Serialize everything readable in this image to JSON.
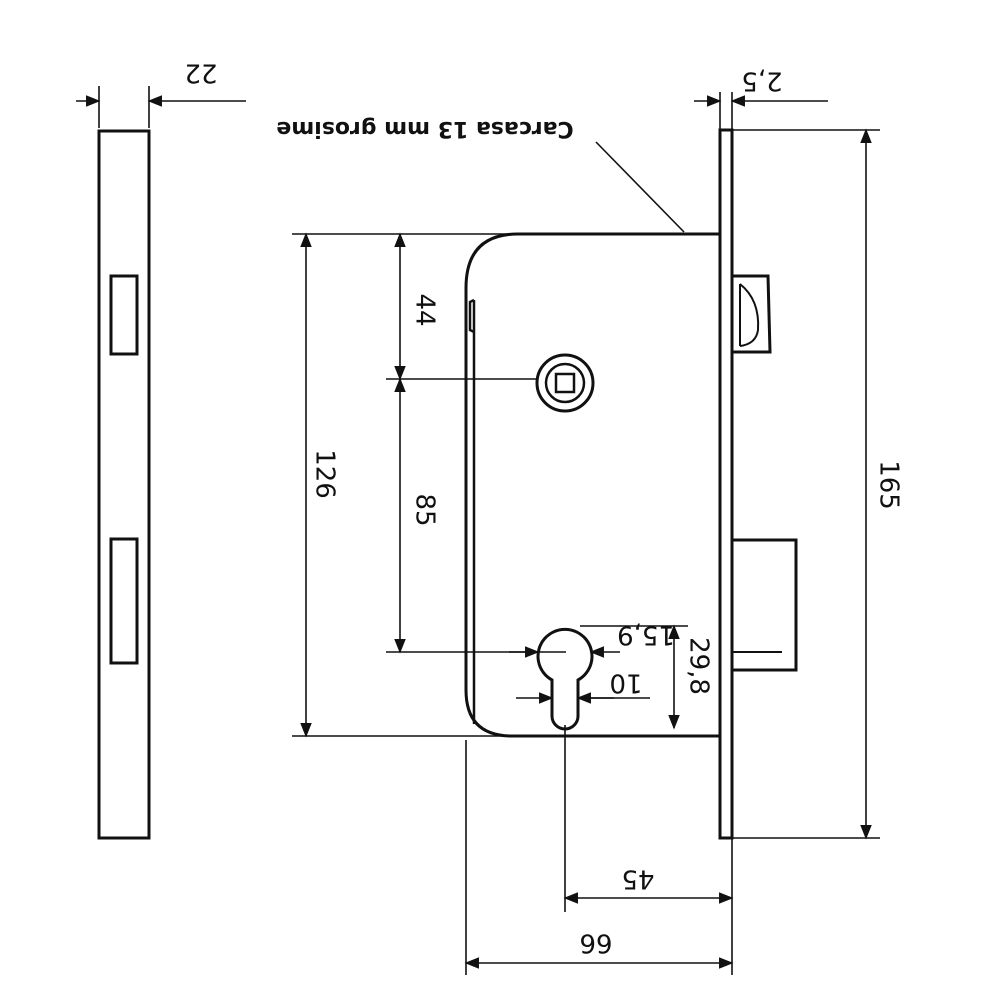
{
  "drawing": {
    "note": "Carcasa 13 mm grosime",
    "dimensions": {
      "front_plate_width": "22",
      "plate_thickness": "2,5",
      "total_height": "165",
      "case_height": "126",
      "handle_offset": "44",
      "center_distance": "85",
      "cyl_diameter": "15,9",
      "cyl_slot": "10",
      "cyl_height": "29,8",
      "backset": "45",
      "case_depth": "66"
    }
  }
}
